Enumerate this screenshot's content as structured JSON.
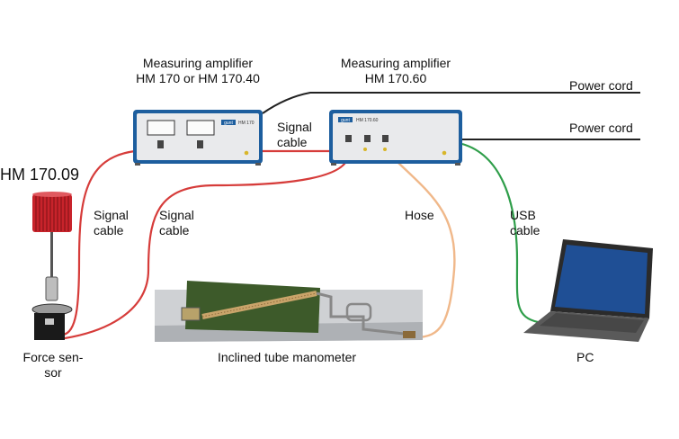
{
  "labels": {
    "amp1_line1": "Measuring amplifier",
    "amp1_line2": "HM 170 or HM 170.40",
    "amp2_line1": "Measuring amplifier",
    "amp2_line2": "HM 170.60",
    "power_cord_1": "Power cord",
    "power_cord_2": "Power cord",
    "signal_cable_mid_1": "Signal",
    "signal_cable_mid_2": "cable",
    "sensor_title": "HM 170.09",
    "signal_cable_left_1": "Signal",
    "signal_cable_left_2": "cable",
    "signal_cable_center_1": "Signal",
    "signal_cable_center_2": "cable",
    "hose": "Hose",
    "usb_1": "USB",
    "usb_2": "cable",
    "force_sensor_1": "Force sen-",
    "force_sensor_2": "sor",
    "manometer": "Inclined tube manometer",
    "pc": "PC"
  },
  "device_text": {
    "brand": "gunt",
    "amp1_model": "HM 170",
    "amp2_model": "HM 170.60"
  },
  "colors": {
    "signal_cable": "#d63c3a",
    "hose": "#f0b88a",
    "usb_cable": "#2f9e4a",
    "power_cord": "#222222",
    "device_frame": "#1d5e9e",
    "device_face": "#e9eaec"
  }
}
